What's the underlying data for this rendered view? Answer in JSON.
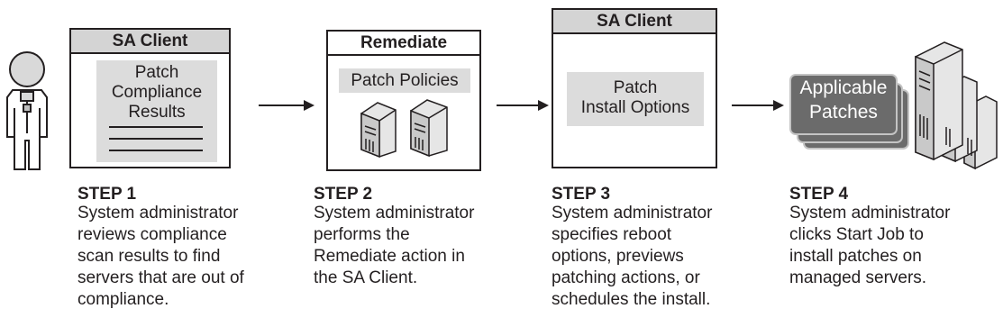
{
  "panels": {
    "step1": {
      "title": "SA Client",
      "content": "Patch\nCompliance\nResults"
    },
    "step2": {
      "title": "Remediate",
      "content": "Patch Policies"
    },
    "step3": {
      "title": "SA Client",
      "content": "Patch\nInstall Options"
    },
    "step4": {
      "content": "Applicable\nPatches"
    }
  },
  "steps": [
    {
      "heading": "STEP 1",
      "text": "System  administrator\nreviews compliance\nscan results to find\nservers that are out of\ncompliance."
    },
    {
      "heading": "STEP 2",
      "text": "System  administrator\nperforms the\nRemediate action in\nthe SA Client."
    },
    {
      "heading": "STEP 3",
      "text": "System administrator\nspecifies reboot\noptions, previews\npatching actions, or\nschedules the install."
    },
    {
      "heading": "STEP 4",
      "text": "System administrator\nclicks Start Job to\ninstall patches on\nmanaged servers."
    }
  ],
  "colors": {
    "line": "#231f20",
    "panel_header": "#d4d4d4",
    "content_box": "#dcdcdc",
    "patch_card": "#6b6b6b"
  },
  "icons": [
    "administrator-person-icon",
    "server-tower-icon",
    "server-rack-stack-icon",
    "arrow-right-icon"
  ]
}
